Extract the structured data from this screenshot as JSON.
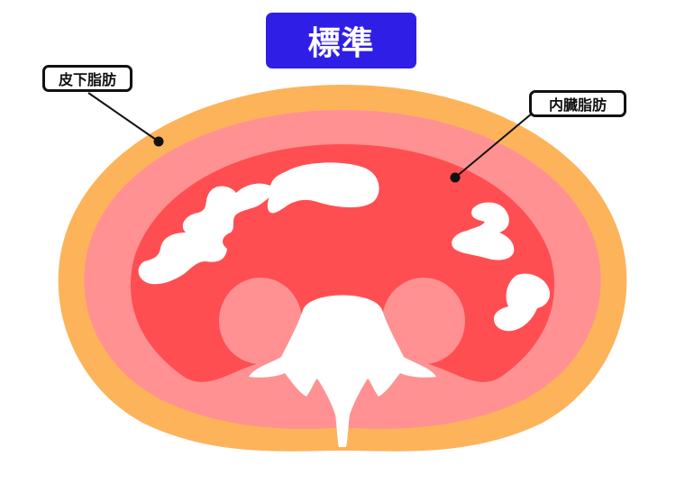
{
  "title": "標準",
  "labels": {
    "subcutaneous_fat": "皮下脂肪",
    "visceral_fat": "内臓脂肪"
  },
  "colors": {
    "title_bg": "#2f1fe6",
    "title_text": "#ffffff",
    "subcutaneous_fat": "#fdb35a",
    "muscle_layer": "#ff9192",
    "visceral_fat": "#ff4e52",
    "bone": "#ffffff",
    "organ": "#ff9192",
    "label_border": "#111111"
  }
}
